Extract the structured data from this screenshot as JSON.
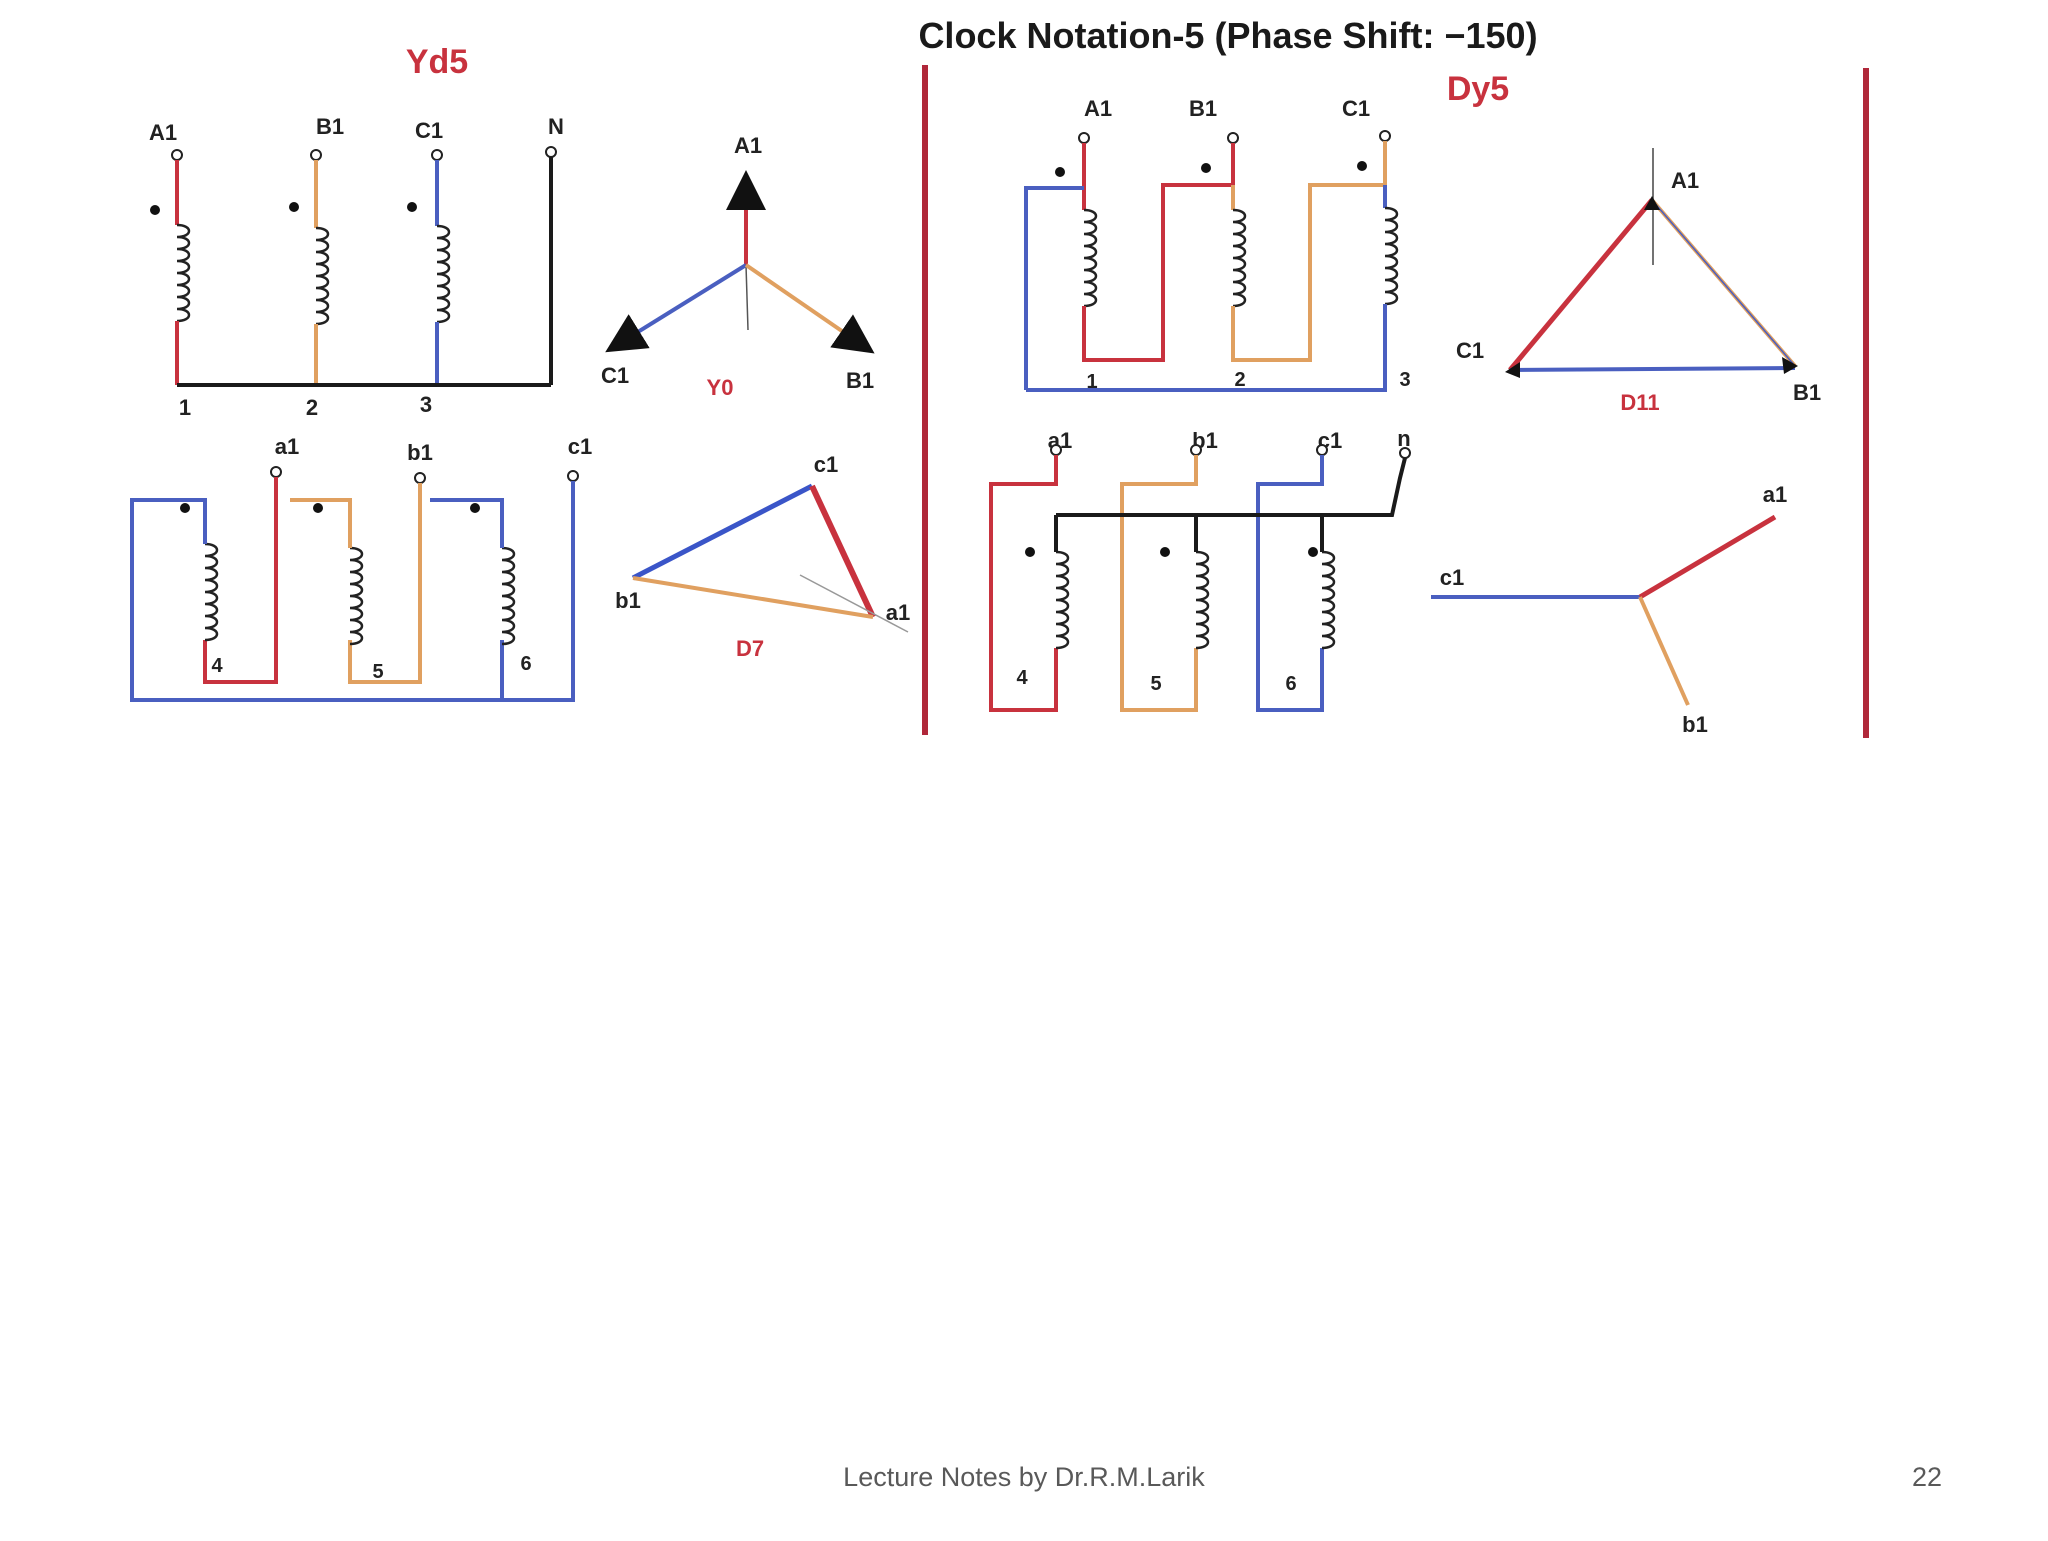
{
  "slide": {
    "title": "Clock Notation-5 (Phase Shift: −150)",
    "footer_text": "Lecture Notes by Dr.R.M.Larik",
    "page_number": "22"
  },
  "yd5": {
    "title": "Yd5",
    "hv_terminals": [
      "A1",
      "B1",
      "C1",
      "N"
    ],
    "hv_end_numbers": [
      "1",
      "2",
      "3"
    ],
    "lv_terminals": [
      "a1",
      "b1",
      "c1"
    ],
    "lv_end_numbers": [
      "4",
      "5",
      "6"
    ],
    "hv_phasor": {
      "labels": [
        "A1",
        "C1",
        "B1"
      ],
      "group": "Y0"
    },
    "lv_phasor": {
      "labels": [
        "c1",
        "b1",
        "a1"
      ],
      "group": "D7"
    }
  },
  "dy5": {
    "title": "Dy5",
    "hv_terminals": [
      "A1",
      "B1",
      "C1"
    ],
    "hv_end_numbers": [
      "1",
      "2",
      "3"
    ],
    "lv_terminals": [
      "a1",
      "b1",
      "c1",
      "n"
    ],
    "lv_end_numbers": [
      "4",
      "5",
      "6"
    ],
    "hv_phasor": {
      "labels": [
        "A1",
        "C1",
        "B1"
      ],
      "group": "D11"
    },
    "lv_phasor": {
      "labels": [
        "a1",
        "c1",
        "b1"
      ]
    }
  },
  "colors": {
    "phase_a": "#c8323e",
    "phase_b": "#e0a060",
    "phase_c": "#4a5fc0",
    "neutral": "#1a1a1a",
    "divider": "#b0283a",
    "title_red": "#c8323e"
  }
}
